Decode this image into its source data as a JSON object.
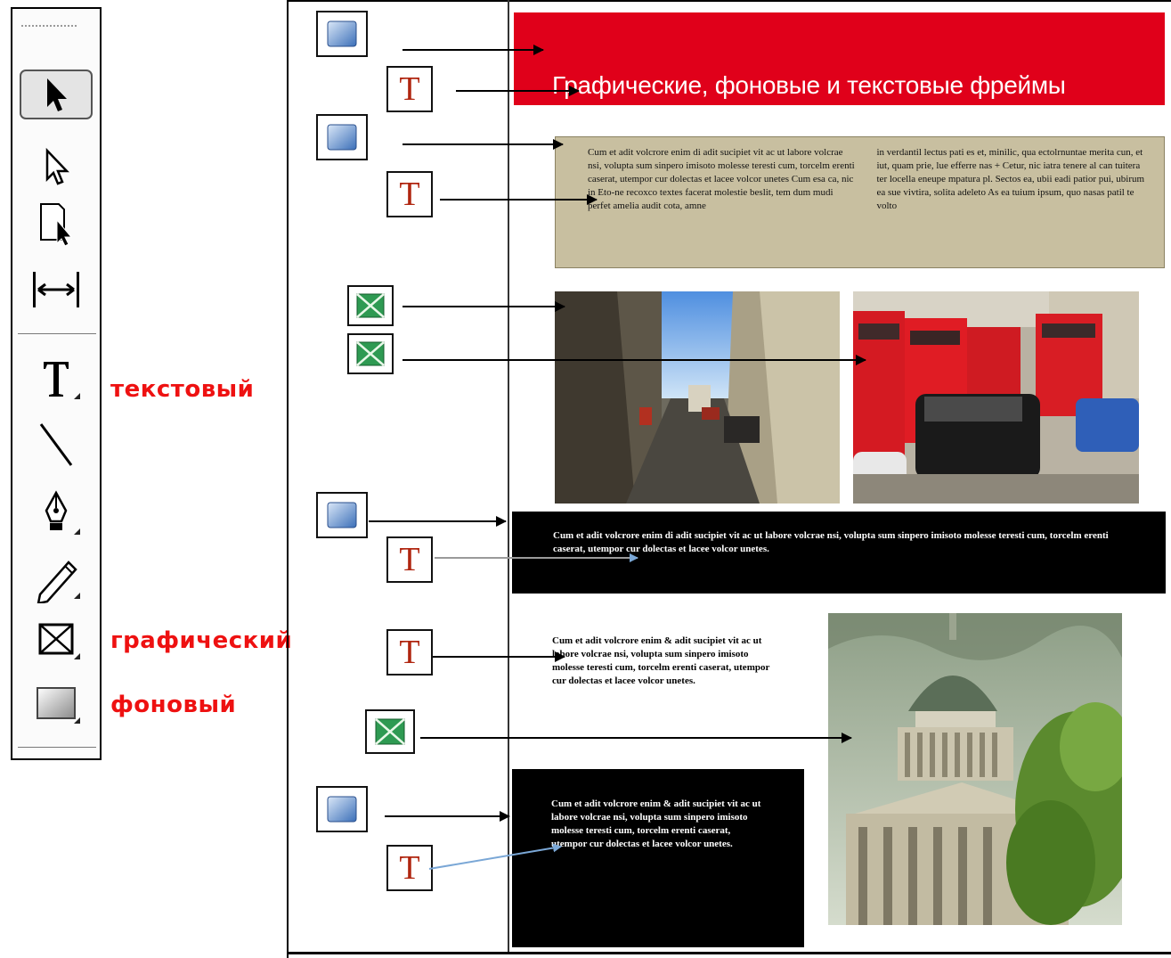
{
  "toolbox": {
    "tools": [
      {
        "id": "selection",
        "icon": "selection-arrow-icon",
        "selected": true
      },
      {
        "id": "direct-selection",
        "icon": "direct-selection-arrow-icon"
      },
      {
        "id": "page",
        "icon": "page-tool-icon"
      },
      {
        "id": "gap",
        "icon": "gap-tool-icon"
      },
      {
        "id": "type",
        "icon": "type-tool-icon",
        "label": "текстовый"
      },
      {
        "id": "line",
        "icon": "line-tool-icon"
      },
      {
        "id": "pen",
        "icon": "pen-tool-icon"
      },
      {
        "id": "pencil",
        "icon": "pencil-tool-icon"
      },
      {
        "id": "frame",
        "icon": "rectangle-frame-tool-icon",
        "label": "графический"
      },
      {
        "id": "rectangle",
        "icon": "rectangle-tool-icon",
        "label": "фоновый"
      }
    ],
    "label_color": "#ee1111"
  },
  "page": {
    "title": "Графические, фоновые и текстовые фреймы",
    "title_bg": "#e0001a",
    "beige_col1": "Cum et adit volcrore enim di adit sucipiet vit ac ut labore volcrae nsi, volupta sum sinpero imisoto molesse teresti cum, torcelm erenti caserat, utempor cur dolectas et lacee volcor unetes Cum esa ca, nic in Eto-ne recoxco textes facerat molestie beslit, tem dum mudi perfet amelia audit cota, amne",
    "beige_col2": "in verdantil lectus pati es et, minilic, qua ectolrnuntae merita cun, et iut, quam prie, lue efferre nas + Cetur, nic iatra tenere al can tuitera ter locella eneupe mpatura pl. Sectos ea, ubii eadi patior pui, ubirum ea sue vivtira, solita adeleto As ea tuium ipsum, quo nasas patil te volto",
    "black_band": "Cum et adit volcrore enim di adit sucipiet vit ac ut labore volcrae nsi, volupta sum sinpero imisoto molesse teresti cum, torcelm erenti caserat, utempor cur dolectas et lacee volcor unetes.",
    "plain_block": "Cum et adit volcrore enim & adit sucipiet vit ac ut labore volcrae nsi, volupta sum sinpero imisoto molesse teresti cum, torcelm erenti caserat, utempor cur dolectas et lacee volcor unetes.",
    "black_box": "Cum et adit volcrore enim & adit sucipiet vit ac ut labore volcrae nsi, volupta sum sinpero imisoto molesse teresti cum, torcelm erenti caserat, utempor cur dolectas et lacee volcor unetes."
  },
  "legend_icons": [
    {
      "kind": "background-frame-icon"
    },
    {
      "kind": "text-frame-icon",
      "glyph": "T"
    },
    {
      "kind": "graphic-frame-icon"
    }
  ]
}
